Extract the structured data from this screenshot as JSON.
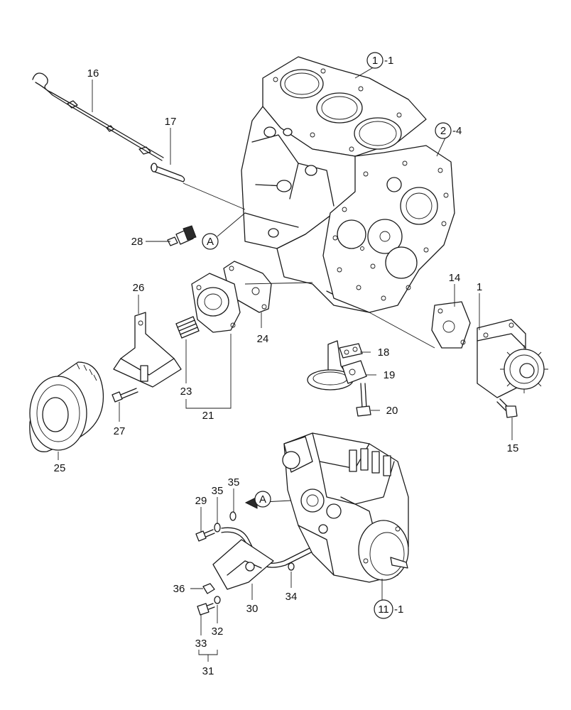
{
  "callouts": {
    "c1": "1",
    "c14": "14",
    "c15": "15",
    "c16": "16",
    "c17": "17",
    "c18": "18",
    "c19": "19",
    "c20": "20",
    "c21": "21",
    "c23": "23",
    "c24": "24",
    "c25": "25",
    "c26": "26",
    "c27": "27",
    "c28": "28",
    "c29": "29",
    "c30": "30",
    "c31": "31",
    "c32": "32",
    "c33": "33",
    "c34": "34",
    "c35a": "35",
    "c35b": "35",
    "c36": "36"
  },
  "circled_refs": {
    "block": {
      "num": "1",
      "suffix": "-1"
    },
    "plate": {
      "num": "2",
      "suffix": "-4"
    },
    "pump": {
      "num": "11",
      "suffix": "-1"
    }
  },
  "view_marks": {
    "mark_a1": "A",
    "mark_a2": "A"
  }
}
